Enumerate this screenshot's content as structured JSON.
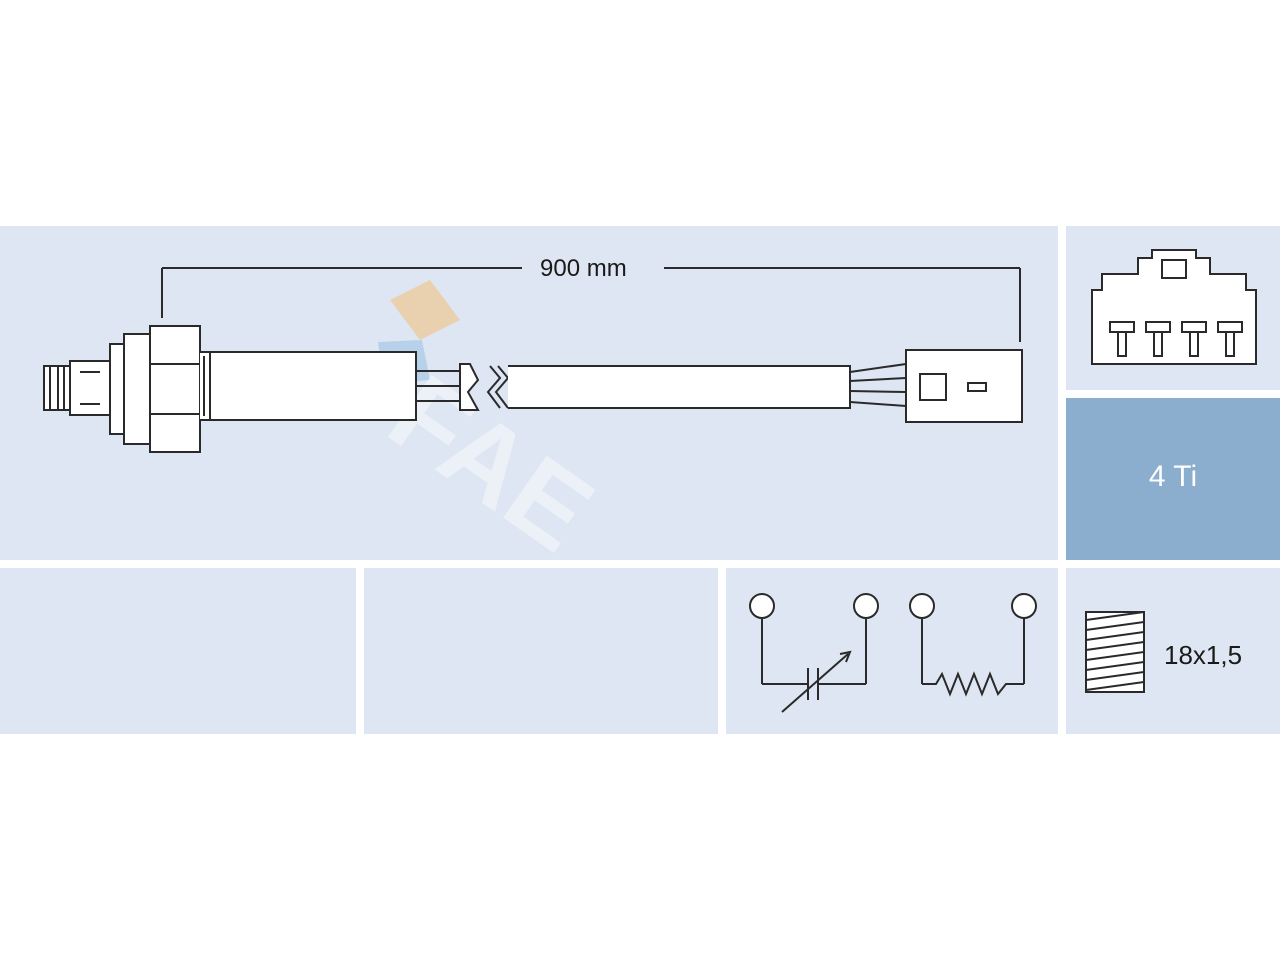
{
  "diagram": {
    "cable_length_label": "900 mm",
    "wire_count_label": "4 Ti",
    "thread_label": "18x1,5",
    "watermark_text": "FAE"
  },
  "icons": {
    "sensor": "oxygen-sensor-icon",
    "connector": "connector-4-pin-icon",
    "variable_resistor": "variable-resistor-icon",
    "heater": "heater-resistor-icon",
    "thread": "thread-icon"
  },
  "colors": {
    "panel": "#dde6f2",
    "accent_panel": "#8badce",
    "line": "#2a2a2a",
    "watermark_orange": "#f2c07a",
    "watermark_blue": "#9fc3e6"
  }
}
